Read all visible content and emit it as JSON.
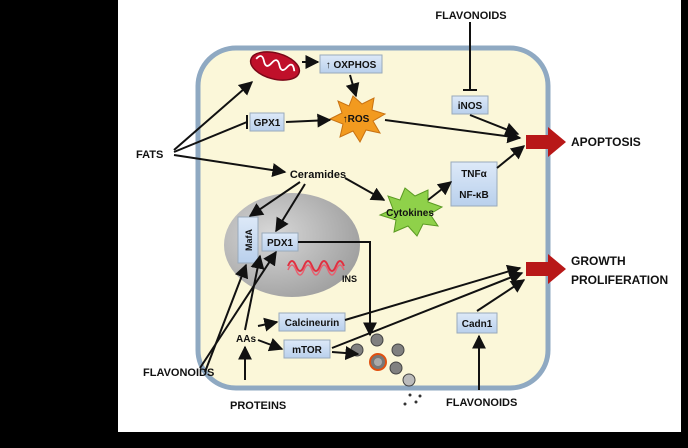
{
  "diagram": {
    "inputs": {
      "fats": "FATS",
      "flavonoids_top": "FLAVONOIDS",
      "flavonoids_left": "FLAVONOIDS",
      "flavonoids_bottom": "FLAVONOIDS",
      "proteins": "PROTEINS"
    },
    "cell_elements": {
      "oxphos": "↑ OXPHOS",
      "ros": "↑ROS",
      "gpx1": "GPX1",
      "inos": "iNOS",
      "ceramides": "Ceramides",
      "tnfa": "TNFα",
      "nfkb": "NF-κB",
      "cytokines": "Cytokines",
      "mafa": "MafA",
      "pdx1": "PDX1",
      "ins": "INS",
      "aas": "AAs",
      "calcineurin": "Calcineurin",
      "mtor": "mTOR",
      "cadn1": "Cadn1"
    },
    "outcomes": {
      "apoptosis": "APOPTOSIS",
      "growth_line1": "GROWTH",
      "growth_line2": "PROLIFERATION"
    },
    "colors": {
      "background": "#000000",
      "panel": "#ffffff",
      "cell_fill": "#fbf7d9",
      "cell_border": "#8fa9c2",
      "nucleus": "#b8b8b8",
      "box_fill": "#c9dcf2",
      "ros_burst": "#f29a1f",
      "cytokine_burst": "#8fd14a",
      "outcome_arrow": "#b81818",
      "mitochondrion": "#c0102a"
    }
  }
}
